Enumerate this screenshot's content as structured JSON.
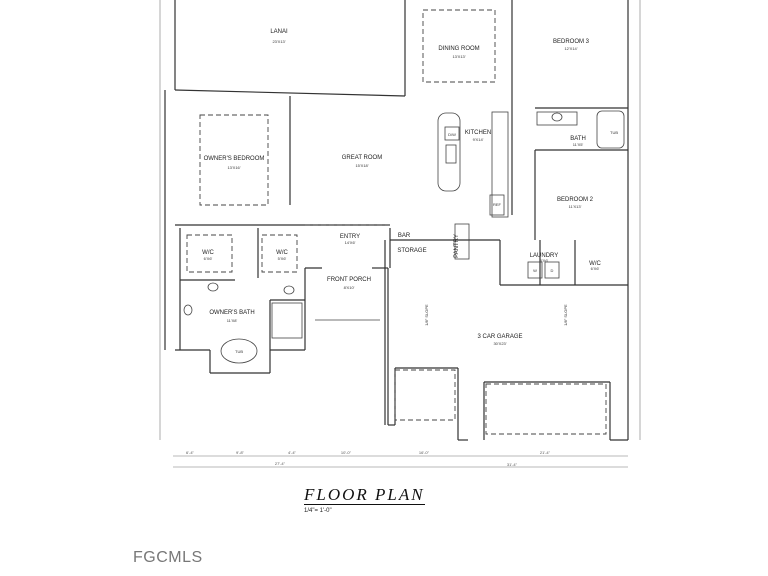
{
  "plan": {
    "rooms": {
      "lanai": {
        "name": "LANAI",
        "size": "23'X13'"
      },
      "dining": {
        "name": "DINING ROOM",
        "size": "13'X13'"
      },
      "bedroom3": {
        "name": "BEDROOM 3",
        "size": "12'X14'"
      },
      "owners_bedroom": {
        "name": "OWNER'S BEDROOM",
        "size": "13'X16'"
      },
      "great_room": {
        "name": "GREAT ROOM",
        "size": "15'X18'"
      },
      "kitchen": {
        "name": "KITCHEN",
        "size": "9'X14'"
      },
      "bath": {
        "name": "BATH",
        "size": "11'X5'"
      },
      "bedroom2": {
        "name": "BEDROOM 2",
        "size": "11'X13'"
      },
      "wic1": {
        "name": "W/C",
        "size": "6'X6'"
      },
      "wic2": {
        "name": "W/C",
        "size": "5'X6'"
      },
      "entry": {
        "name": "ENTRY",
        "size": "14'X6'"
      },
      "bar": {
        "name": "BAR"
      },
      "storage": {
        "name": "STORAGE"
      },
      "pantry": {
        "name": "PANTRY"
      },
      "laundry": {
        "name": "LAUNDRY",
        "size": "8'X6'"
      },
      "wic3": {
        "name": "W/C",
        "size": "6'X6'"
      },
      "front_porch": {
        "name": "FRONT PORCH",
        "size": "8'X10'"
      },
      "owners_bath": {
        "name": "OWNER'S BATH",
        "size": "11'X8'"
      },
      "garage": {
        "name": "3 CAR GARAGE",
        "size": "30'X23'"
      }
    },
    "fixtures": {
      "dw": "D/W",
      "ref": "REF",
      "tub": "TUB",
      "washer": "W",
      "dryer": "D",
      "slope": "1/8\" SLOPE"
    },
    "dimensions": {
      "segments": [
        "6'-4\"",
        "9'-8\"",
        "4'-4\"",
        "10'-0\"",
        "16'-0\"",
        "21'-4\""
      ],
      "totals": [
        "27'-4\"",
        "31'-4\""
      ]
    }
  },
  "title": "FLOOR PLAN",
  "scale": "1/4\"= 1'-0\"",
  "watermark": "FGCMLS"
}
